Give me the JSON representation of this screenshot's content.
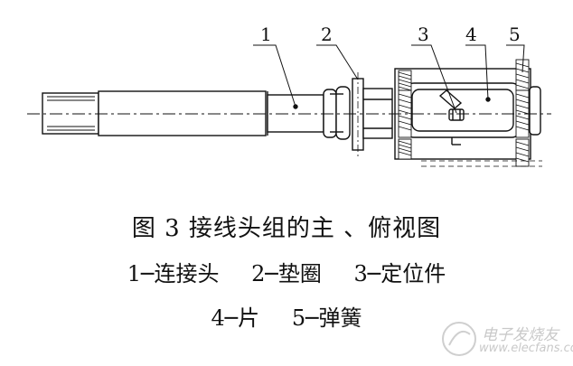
{
  "diagram": {
    "part_labels": [
      "1",
      "2",
      "3",
      "4",
      "5"
    ]
  },
  "caption": {
    "title": "图 3   接线头组的主 、俯视图",
    "legend_line1": [
      "1─连接头",
      "2─垫圈",
      "3─定位件"
    ],
    "legend_line2": [
      "4─片",
      "5─弹簧"
    ]
  },
  "watermark": {
    "name": "电子发烧友",
    "url": "www.elecfans.com"
  }
}
